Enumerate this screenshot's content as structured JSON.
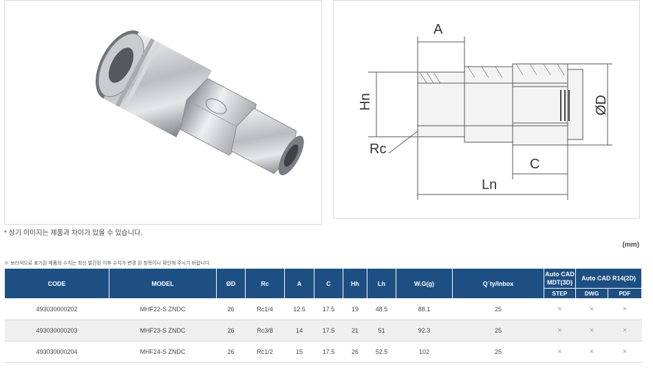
{
  "drawing": {
    "label_a": "A",
    "label_hn": "Hn",
    "label_od": "ØD",
    "label_rc": "Rc",
    "label_c": "C",
    "label_ln": "Ln"
  },
  "image_note": "* 상기 이미지는 제품과 차이가 있을 수 있습니다.",
  "unit_label": "(mm)",
  "table_note": "※ 보라색으로 표기된 제품의 수치는 최신 발간된 이후 수치가 변경 된 항목이니 확인해 주시기 바랍니다.",
  "table": {
    "headers": {
      "code": "CODE",
      "model": "MODEL",
      "od": "ØD",
      "rc": "Rc",
      "a": "A",
      "c": "C",
      "hh": "Hh",
      "lh": "Lh",
      "wg": "W.G(g)",
      "qty": "Q´ty/Inbox",
      "cad3d": "Auto CAD MDT(3D)",
      "cad2d": "Auto CAD R14(2D)",
      "step": "STEP",
      "dwg": "DWG",
      "pdf": "PDF"
    },
    "rows": [
      {
        "code": "493030000202",
        "model": "MHF22-S ZNDC",
        "od": "26",
        "rc": "Rc1/4",
        "a": "12.5",
        "c": "17.5",
        "hh": "19",
        "lh": "48.5",
        "wg": "88.1",
        "qty": "25",
        "step": "×",
        "dwg": "×",
        "pdf": "×"
      },
      {
        "code": "493030000203",
        "model": "MHF23-S ZNDC",
        "od": "26",
        "rc": "Rc3/8",
        "a": "14",
        "c": "17.5",
        "hh": "21",
        "lh": "51",
        "wg": "92.3",
        "qty": "25",
        "step": "×",
        "dwg": "×",
        "pdf": "×"
      },
      {
        "code": "493030000204",
        "model": "MHF24-S ZNDC",
        "od": "26",
        "rc": "Rc1/2",
        "a": "15",
        "c": "17.5",
        "hh": "26",
        "lh": "52.5",
        "wg": "102",
        "qty": "25",
        "step": "×",
        "dwg": "×",
        "pdf": "×"
      }
    ]
  }
}
